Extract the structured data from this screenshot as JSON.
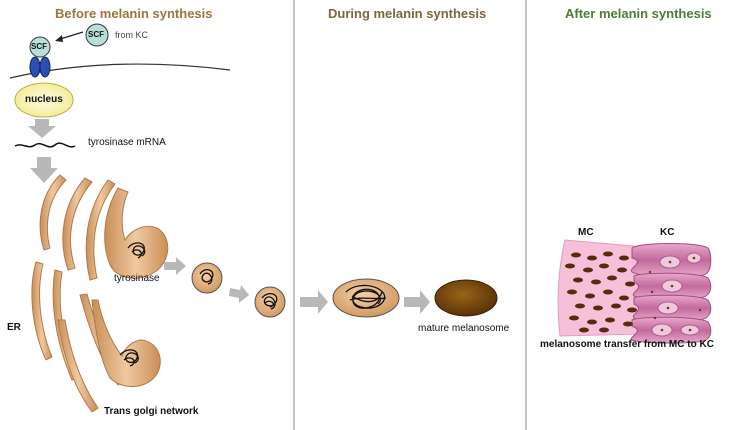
{
  "panels": {
    "before": {
      "title": "Before melanin synthesis",
      "color": "#9a7540"
    },
    "during": {
      "title": "During melanin synthesis",
      "color": "#7b6640"
    },
    "after": {
      "title": "After melanin synthesis",
      "color": "#4f7a3a"
    }
  },
  "labels": {
    "scf_bound": "SCF",
    "scf_free": "SCF",
    "from_kc": "from KC",
    "nucleus": "nucleus",
    "mrna": "tyrosinase mRNA",
    "tyrosinase": "tyrosinase",
    "er": "ER",
    "golgi": "Trans golgi network",
    "mature": "mature melanosome",
    "mc": "MC",
    "kc": "KC",
    "transfer": "melanosome transfer from MC to KC"
  },
  "colors": {
    "golgi_fill": "#d9a877",
    "golgi_stroke": "#b07a48",
    "nucleus_fill": "#fbf7b8",
    "scf_fill": "#b9e0d8",
    "receptor": "#2a4fb0",
    "melanin": "#6b3a12",
    "mc_fill": "#f5c0d8",
    "kc_fill": "#d98ab5",
    "arrow": "#b8b8b8",
    "divider": "#888888"
  }
}
